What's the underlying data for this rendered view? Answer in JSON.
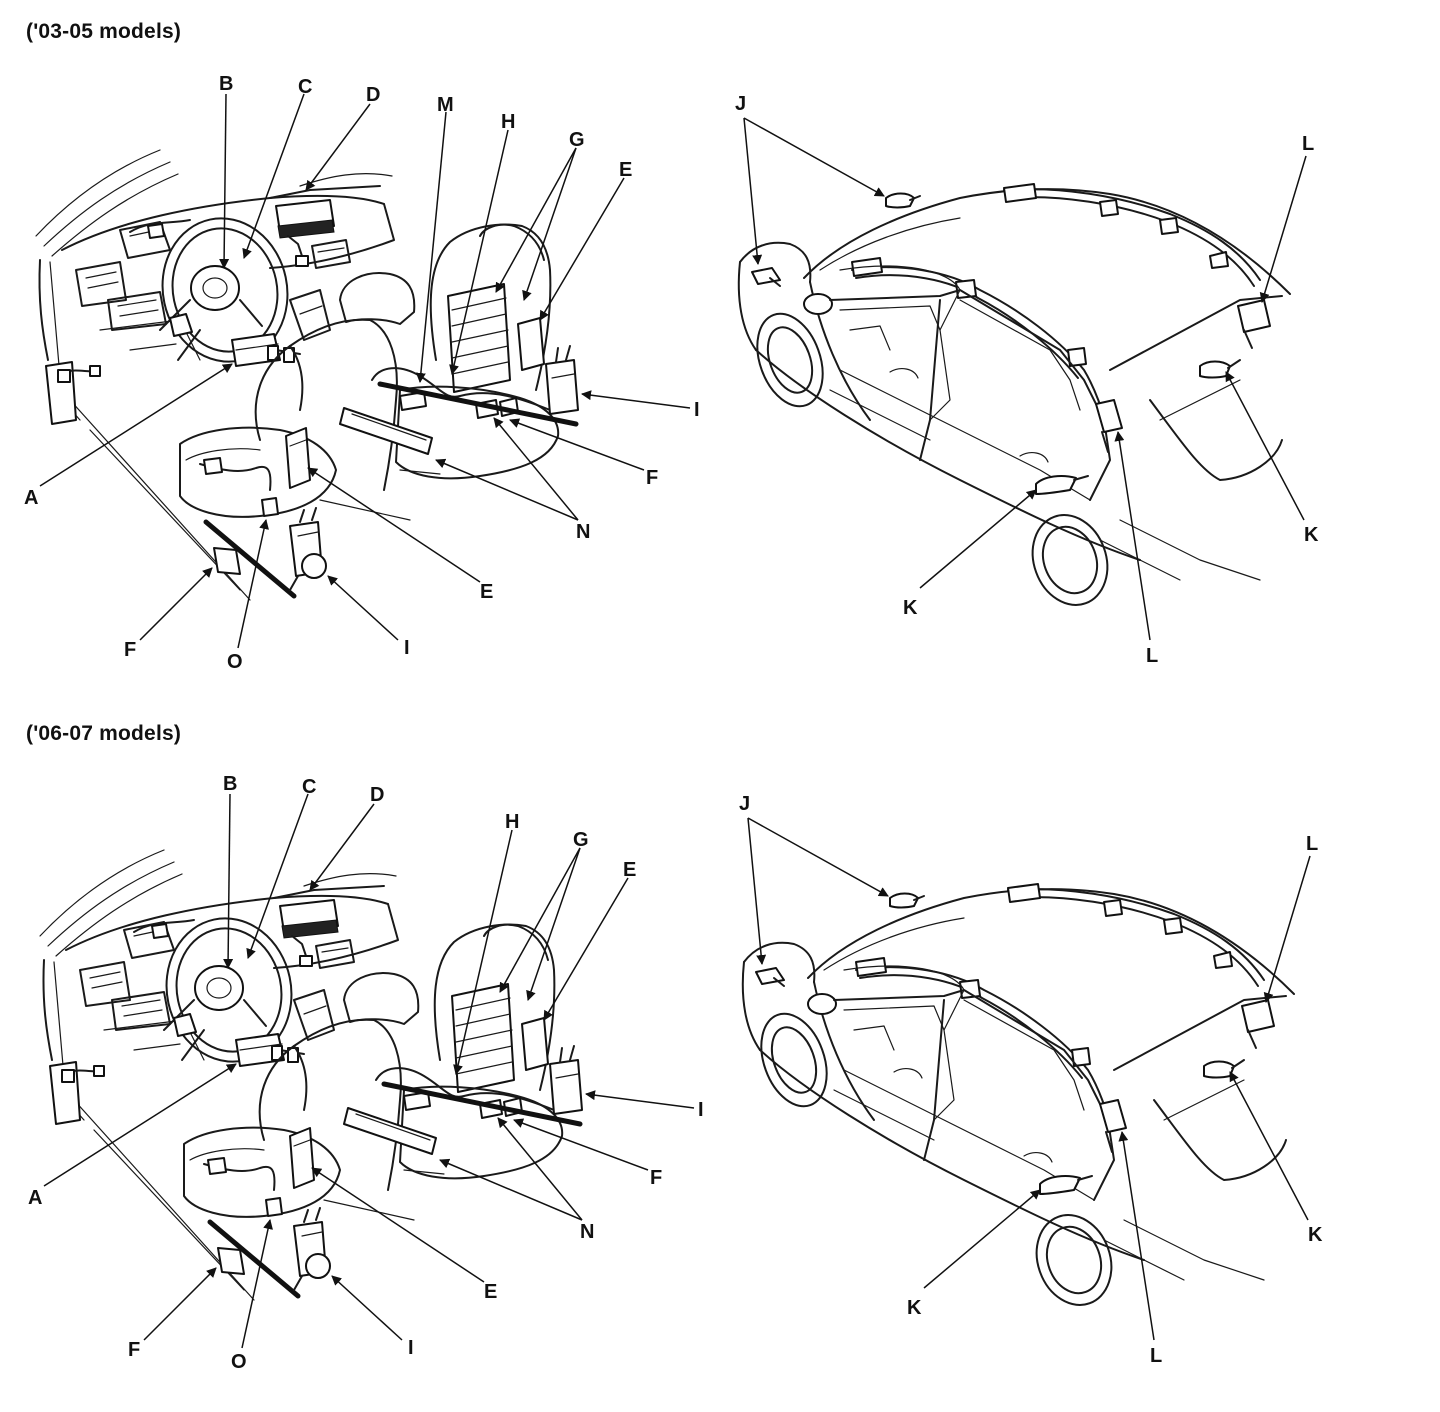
{
  "sections": [
    {
      "title": "('03-05 models)"
    },
    {
      "title": "('06-07 models)"
    }
  ],
  "callouts": {
    "A": "A",
    "B": "B",
    "C": "C",
    "D": "D",
    "E": "E",
    "F": "F",
    "G": "G",
    "H": "H",
    "I": "I",
    "J": "J",
    "K": "K",
    "L": "L",
    "M": "M",
    "N": "N",
    "O": "O"
  }
}
